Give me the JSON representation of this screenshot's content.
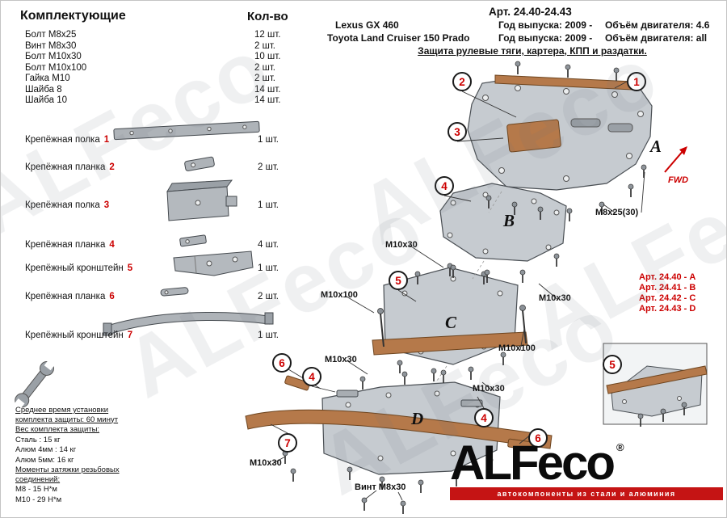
{
  "header": {
    "art_range": "Арт. 24.40-24.43",
    "vehicles": [
      {
        "name": "Lexus GX 460",
        "year": "Год выпуска: 2009 -",
        "engine": "Объём двигателя: 4.6"
      },
      {
        "name": "Toyota Land Cruiser 150 Prado",
        "year": "Год выпуска: 2009 -",
        "engine": "Объём двигателя: all"
      }
    ],
    "subtitle": "Защита рулевые тяги, картера, КПП и раздатки."
  },
  "parts_list": {
    "title": "Комплектующие",
    "qty_title": "Кол-во",
    "fasteners": [
      {
        "name": "Болт М8х25",
        "qty": "12 шт."
      },
      {
        "name": "Винт М8х30",
        "qty": "2 шт."
      },
      {
        "name": "Болт М10х30",
        "qty": "10 шт."
      },
      {
        "name": "Болт М10х100",
        "qty": "2 шт."
      },
      {
        "name": "Гайка М10",
        "qty": "2 шт."
      },
      {
        "name": "Шайба 8",
        "qty": "14 шт."
      },
      {
        "name": "Шайба 10",
        "qty": "14 шт."
      }
    ],
    "brackets": [
      {
        "name": "Крепёжная полка",
        "num": "1",
        "qty": "1 шт."
      },
      {
        "name": "Крепёжная планка",
        "num": "2",
        "qty": "2 шт."
      },
      {
        "name": "Крепёжная полка",
        "num": "3",
        "qty": "1 шт."
      },
      {
        "name": "Крепёжная планка",
        "num": "4",
        "qty": "4 шт."
      },
      {
        "name": "Крепёжный кронштейн",
        "num": "5",
        "qty": "1 шт."
      },
      {
        "name": "Крепёжная планка",
        "num": "6",
        "qty": "2 шт."
      },
      {
        "name": "Крепёжный кронштейн",
        "num": "7",
        "qty": "1 шт."
      }
    ]
  },
  "diagram": {
    "plates": [
      "A",
      "B",
      "C",
      "D"
    ],
    "callouts": [
      "2",
      "1",
      "3",
      "4",
      "5",
      "4",
      "6",
      "7",
      "4",
      "6",
      "5"
    ],
    "labels": [
      "M8x25(30)",
      "M10x30",
      "M10x100",
      "M10x30",
      "M10x100",
      "M10x30",
      "M10x30",
      "M10x30",
      "Винт М8х30"
    ],
    "art_items": [
      "Арт. 24.40 - A",
      "Арт. 24.41 - B",
      "Арт. 24.42 - C",
      "Арт. 24.43 - D"
    ],
    "fwd_label": "FWD"
  },
  "info_box": {
    "install_time": "Среднее время установки комплекта защиты: 60 минут",
    "weight_title": "Вес комплекта защиты:",
    "weight_steel": "Сталь : 15 кг",
    "weight_alu4": "Алюм 4мм : 14 кг",
    "weight_alu5": "Алюм 5мм: 16 кг",
    "torque_title": "Моменты затяжки резьбовых соединений:",
    "torque_m8": "М8 - 15 Н*м",
    "torque_m10": "М10 - 29 Н*м"
  },
  "logo": {
    "text": "ALFeco",
    "registered": "®",
    "tagline": "автокомпоненты  из  стали  и  алюминия"
  },
  "watermark": "ALFeco",
  "colors": {
    "accent_red": "#cc0000",
    "steel_gray": "#c2c7cc",
    "copper": "#b5794a"
  }
}
